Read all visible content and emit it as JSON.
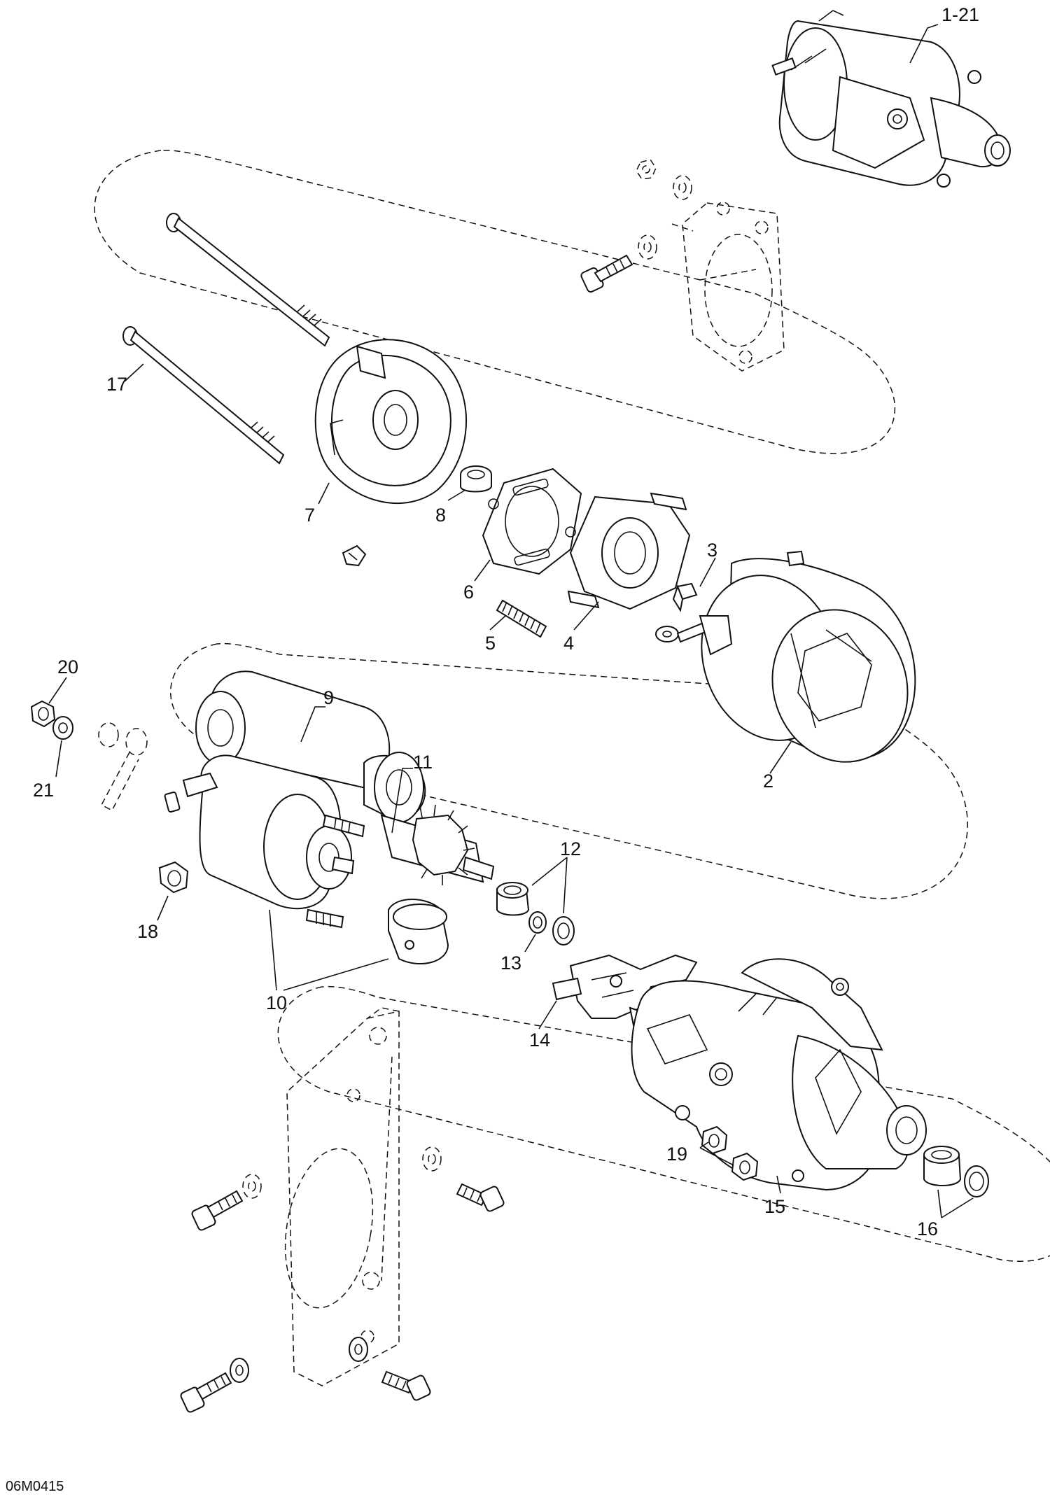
{
  "diagram": {
    "reference_code": "06M0415",
    "callouts": [
      {
        "id": "c-1-21",
        "label": "1-21"
      },
      {
        "id": "c-2",
        "label": "2"
      },
      {
        "id": "c-3",
        "label": "3"
      },
      {
        "id": "c-4",
        "label": "4"
      },
      {
        "id": "c-5",
        "label": "5"
      },
      {
        "id": "c-6",
        "label": "6"
      },
      {
        "id": "c-7",
        "label": "7"
      },
      {
        "id": "c-8",
        "label": "8"
      },
      {
        "id": "c-9",
        "label": "9"
      },
      {
        "id": "c-10",
        "label": "10"
      },
      {
        "id": "c-11",
        "label": "11"
      },
      {
        "id": "c-12",
        "label": "12"
      },
      {
        "id": "c-13",
        "label": "13"
      },
      {
        "id": "c-14",
        "label": "14"
      },
      {
        "id": "c-15",
        "label": "15"
      },
      {
        "id": "c-16",
        "label": "16"
      },
      {
        "id": "c-17",
        "label": "17"
      },
      {
        "id": "c-18",
        "label": "18"
      },
      {
        "id": "c-19",
        "label": "19"
      },
      {
        "id": "c-20",
        "label": "20"
      },
      {
        "id": "c-21",
        "label": "21"
      }
    ]
  }
}
